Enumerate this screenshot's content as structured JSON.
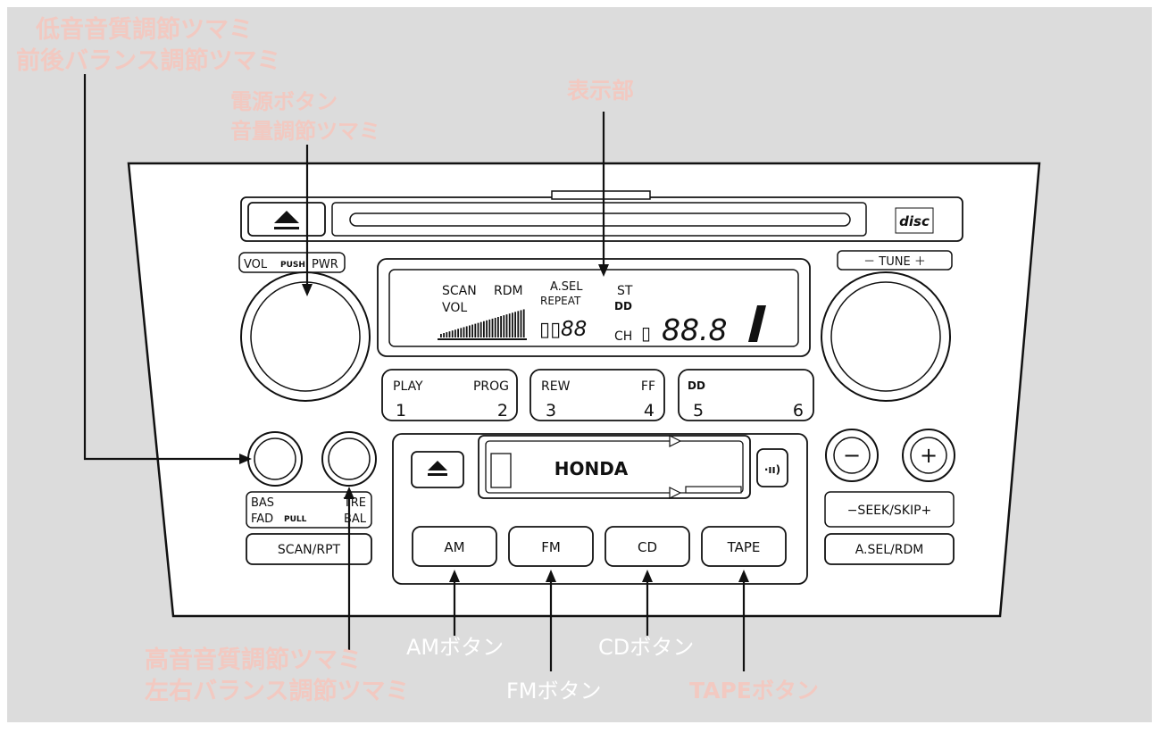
{
  "unit": {
    "cd_slot_logo": "disc",
    "vol_knob_label": {
      "left": "VOL",
      "mid": "PUSH",
      "right": "PWR"
    },
    "tune_label": "－ TUNE ＋",
    "display": {
      "scan": "SCAN",
      "rdm": "RDM",
      "asel": "A.SEL",
      "st": "ST",
      "repeat": "REPEAT",
      "vol": "VOL",
      "dolby": "DD",
      "track_digits": "88",
      "ch": "CH",
      "freq_digits": "88.8"
    },
    "presets": [
      {
        "top_left": "PLAY",
        "top_right": "PROG",
        "left": "1",
        "right": "2"
      },
      {
        "top_left": "REW",
        "top_right": "FF",
        "left": "3",
        "right": "4"
      },
      {
        "top_left": "DD",
        "top_right": "",
        "left": "5",
        "right": "6"
      }
    ],
    "bas_fad_label": {
      "line1_left": "BAS",
      "line1_right": "TRE",
      "line2_left": "FAD",
      "line2_mid": "PULL",
      "line2_right": "BAL"
    },
    "scan_rpt": "SCAN/RPT",
    "tape_brand": "HONDA",
    "minus_sign": "−",
    "plus_sign": "+",
    "seek_skip": "−SEEK/SKIP+",
    "asel_rdm": "A.SEL/RDM",
    "mode_buttons": [
      "AM",
      "FM",
      "CD",
      "TAPE"
    ]
  },
  "callouts": {
    "bass_fader": [
      "低音音質調節ツマミ",
      "前後バランス調節ツマミ"
    ],
    "power_volume": [
      "電源ボタン",
      "音量調節ツマミ"
    ],
    "display": "表示部",
    "treble_balance": [
      "高音音質調節ツマミ",
      "左右バランス調節ツマミ"
    ],
    "am_button": "AMボタン",
    "fm_button": "FMボタン",
    "cd_button": "CDボタン",
    "tape_button": "TAPEボタン"
  }
}
